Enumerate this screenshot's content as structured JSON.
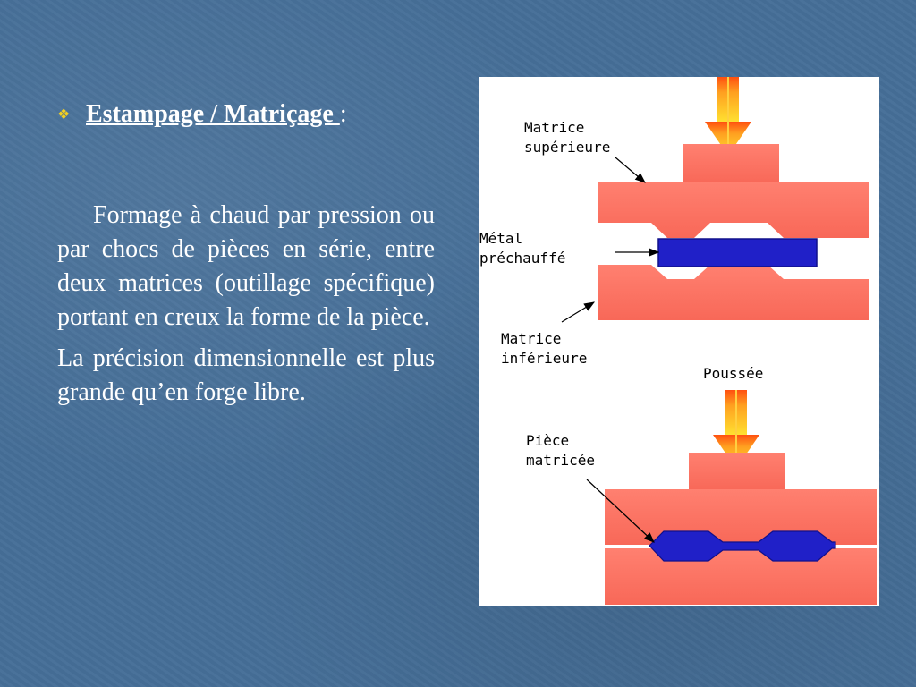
{
  "title": {
    "text": "Estampage / Matriçage ",
    "suffix": ":"
  },
  "body": {
    "paragraph1": "Formage à chaud par pression ou par chocs de pièces en série, entre deux matrices (outillage spécifique) portant en creux la forme de la pièce.",
    "paragraph2": "La précision dimensionnelle est plus grande qu’en forge libre."
  },
  "figure": {
    "labels": {
      "matrice_sup_1": "Matrice",
      "matrice_sup_2": "supérieure",
      "metal_1": "Métal",
      "metal_2": "préchauffé",
      "matrice_inf_1": "Matrice",
      "matrice_inf_2": "inférieure",
      "poussee": "Poussée",
      "piece_1": "Pièce",
      "piece_2": "matricée"
    },
    "colors": {
      "die": "#fa7060",
      "metal": "#2020c8",
      "arrow_top": "#ffe030",
      "arrow_bottom": "#ff5010"
    }
  },
  "colors": {
    "background": "#466f98",
    "bullet": "#f5d020",
    "text": "#ffffff"
  }
}
